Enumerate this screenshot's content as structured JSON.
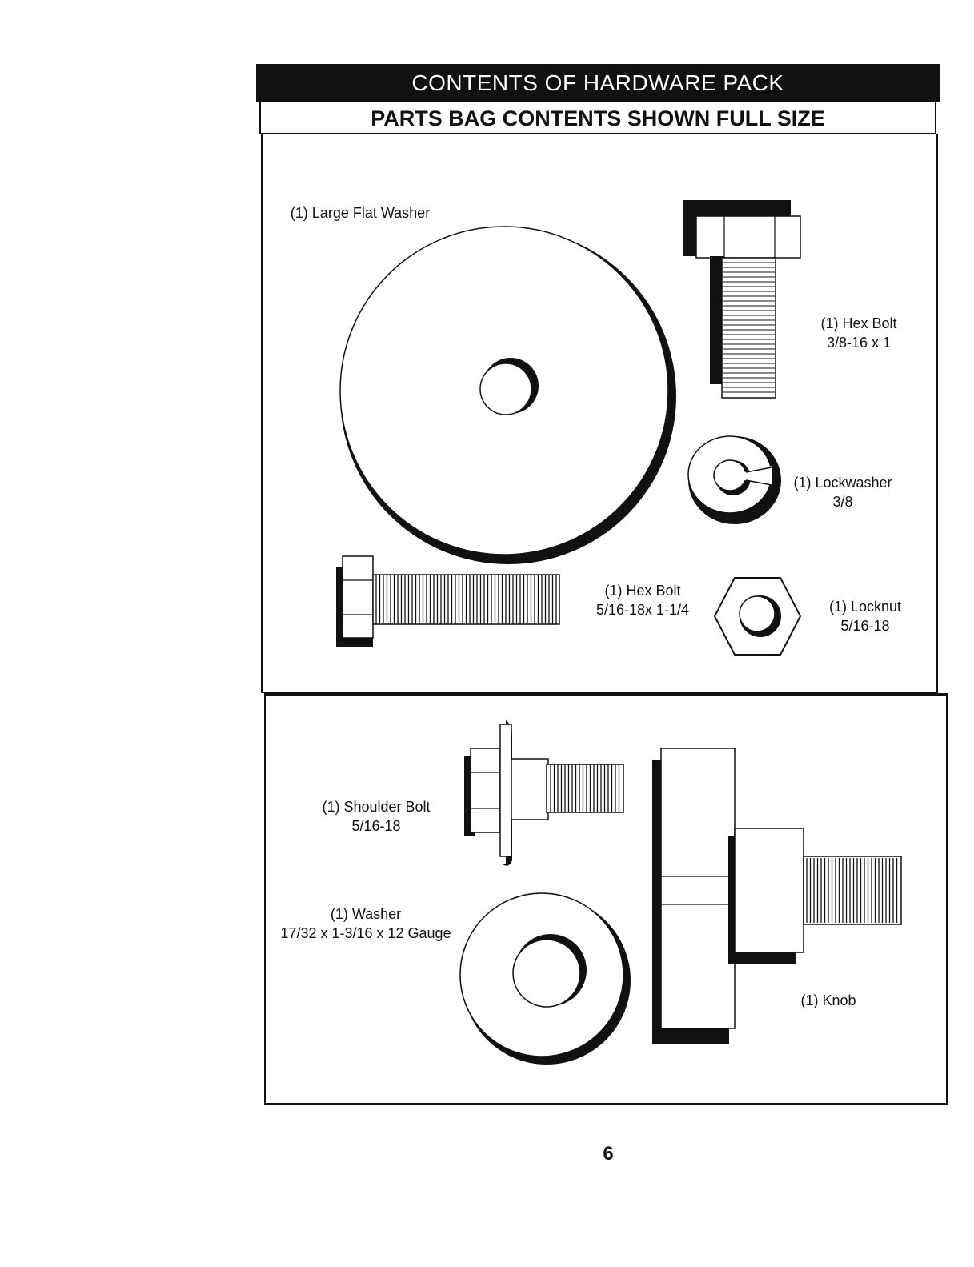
{
  "header": {
    "title": "CONTENTS OF HARDWARE PACK",
    "subtitle": "PARTS BAG CONTENTS SHOWN FULL SIZE"
  },
  "parts": {
    "large_flat_washer": {
      "label": "(1) Large Flat Washer"
    },
    "hex_bolt_3_8": {
      "qty_name": "(1) Hex Bolt",
      "size": "3/8-16 x 1"
    },
    "lockwasher": {
      "qty_name": "(1) Lockwasher",
      "size": "3/8"
    },
    "hex_bolt_5_16": {
      "qty_name": "(1) Hex Bolt",
      "size": "5/16-18x 1-1/4"
    },
    "locknut": {
      "qty_name": "(1) Locknut",
      "size": "5/16-18"
    },
    "shoulder_bolt": {
      "qty_name": "(1) Shoulder Bolt",
      "size": "5/16-18"
    },
    "washer": {
      "qty_name": "(1) Washer",
      "size": "17/32 x 1-3/16 x 12 Gauge"
    },
    "knob": {
      "label": "(1) Knob"
    }
  },
  "page": {
    "number": "6"
  }
}
